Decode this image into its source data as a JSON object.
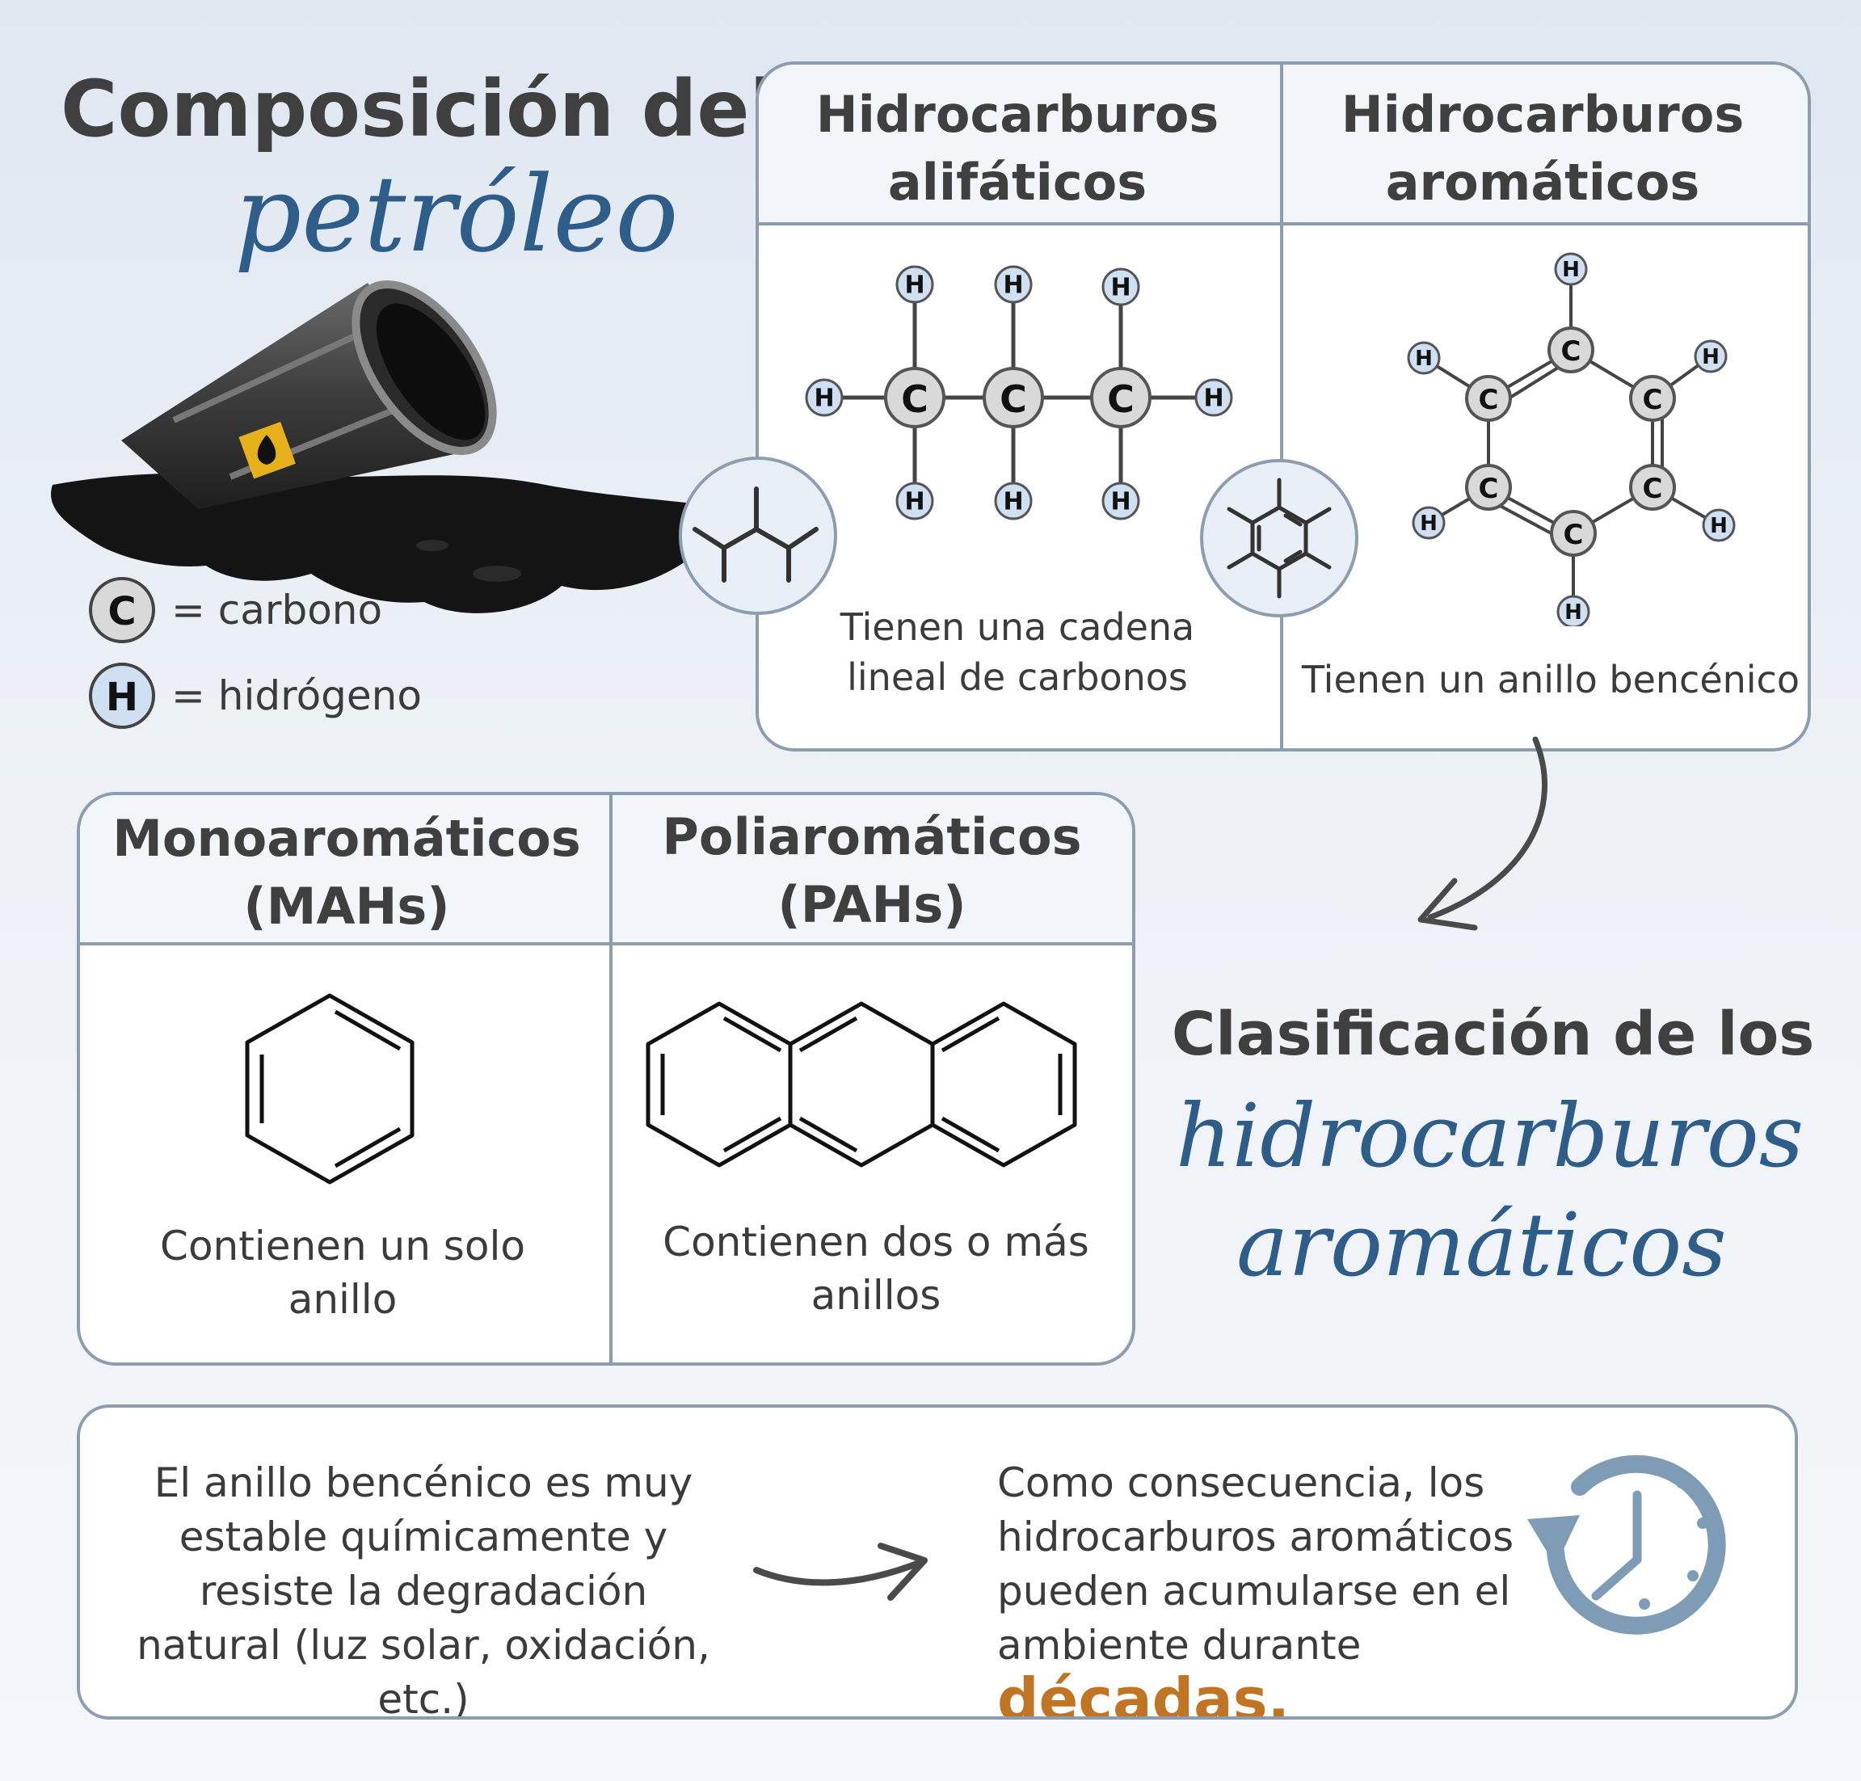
{
  "title": {
    "line1": "Composición del",
    "line2": "petróleo"
  },
  "legend": {
    "c_symbol": "C",
    "c_label": "= carbono",
    "h_symbol": "H",
    "h_label": "= hidrógeno"
  },
  "top_panel": {
    "aliphatic_header": "Hidrocarburos alifáticos",
    "aromatic_header": "Hidrocarburos aromáticos",
    "aliphatic_desc": "Tienen una cadena lineal de carbonos",
    "aromatic_desc": "Tienen un anillo bencénico"
  },
  "middle_panel": {
    "mono_header": "Monoaromáticos (MAHs)",
    "poly_header": "Poliaromáticos (PAHs)",
    "mono_desc": "Contienen un solo anillo",
    "poly_desc": "Contienen dos o más anillos"
  },
  "classification": {
    "line1": "Clasificación de los",
    "line2": "hidrocarburos",
    "line3": "aromáticos"
  },
  "bottom_panel": {
    "left_text": "El anillo bencénico es muy estable químicamente y resiste la degradación natural (luz solar, oxidación, etc.)",
    "right_text": "Como consecuencia, los hidrocarburos aromáticos pueden acumularse en el ambiente durante",
    "highlight": "décadas.",
    "highlight_color": "#c07424"
  },
  "atoms": {
    "carbon": "C",
    "hydrogen": "H"
  },
  "icons": [
    "oil-barrel-icon",
    "skeletal-formula-icon",
    "benzene-icon",
    "clock-icon",
    "arrow-icon"
  ]
}
